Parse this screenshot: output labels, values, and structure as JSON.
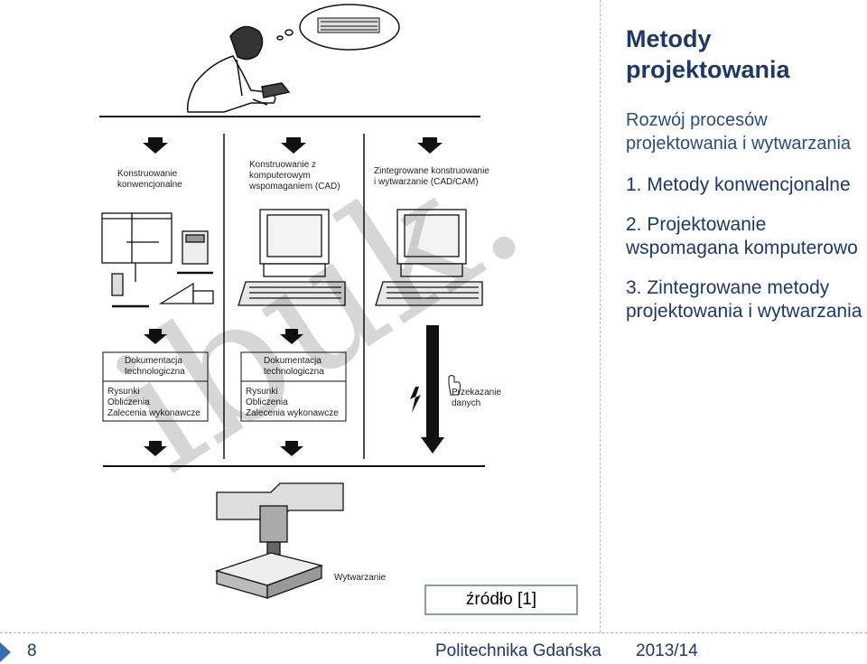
{
  "slide": {
    "title": "Metody projektowania",
    "subtitle": "Rozwój procesów projektowania i wytwarzania",
    "items": [
      "1. Metody konwencjonalne",
      "2. Projektowanie wspomagana komputerowo",
      "3. Zintegrowane metody projektowania i wytwarzania"
    ],
    "source": "źródło [1]"
  },
  "figure": {
    "watermark": "ibuk.",
    "col1_label": [
      "Konstruowanie",
      "konwencjonalne"
    ],
    "col2_label": [
      "Konstruowanie z",
      "komputerowym",
      "wspomaganiem (CAD)"
    ],
    "col3_label": [
      "Zintegrowane konstruowanie",
      "i wytwarzanie (CAD/CAM)"
    ],
    "doc_heading": [
      "Dokumentacja",
      "technologiczna"
    ],
    "doc_items": [
      "Rysunki",
      "Obliczenia",
      "Zalecenia wykonawcze"
    ],
    "transfer_label": [
      "Przekazanie",
      "danych"
    ],
    "manufacturing_label": "Wytwarzanie"
  },
  "footer": {
    "page_number": "8",
    "organization": "Politechnika Gdańska",
    "year": "2013/14"
  },
  "colors": {
    "title": "#1f3864",
    "accent": "#3a6bb0",
    "divider": "#a8b6cc"
  }
}
